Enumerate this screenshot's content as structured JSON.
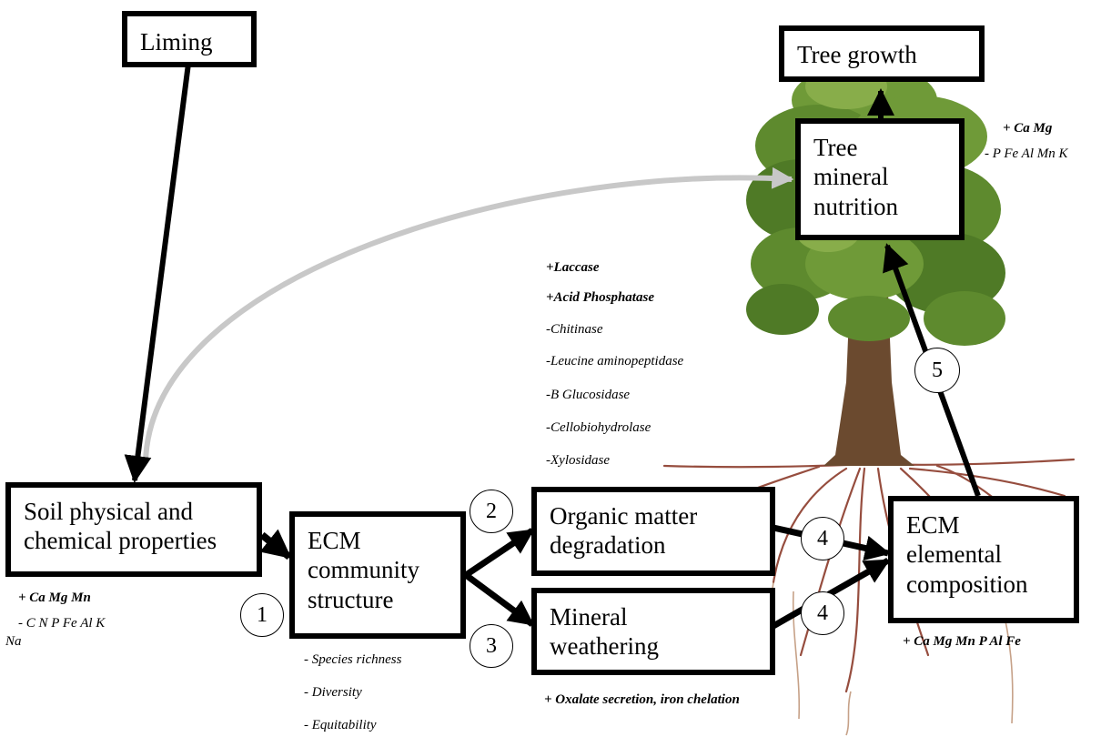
{
  "colors": {
    "arrow": "#000000",
    "feedback_arrow": "#c8c8c8",
    "foliage": "#5e8a2e",
    "trunk": "#6b4a2f",
    "roots": "#8b3a2a"
  },
  "icons": [
    "tree-illustration"
  ],
  "boxes": {
    "liming": "Liming",
    "tree_growth": "Tree growth",
    "tree_mineral_nutrition": [
      "Tree",
      "mineral",
      "nutrition"
    ],
    "soil_properties": [
      "Soil physical and",
      "chemical properties"
    ],
    "ecm_community": [
      "ECM",
      "community",
      "structure"
    ],
    "organic_matter": [
      "Organic matter",
      "degradation"
    ],
    "mineral_weathering": [
      "Mineral",
      "weathering"
    ],
    "ecm_elemental": [
      "ECM",
      "elemental",
      "composition"
    ]
  },
  "circles": {
    "c1": "1",
    "c2": "2",
    "c3": "3",
    "c4a": "4",
    "c4b": "4",
    "c5": "5"
  },
  "notes": {
    "tree_plus": "+ Ca Mg",
    "tree_minus": "- P Fe Al Mn K",
    "soil_plus": "+ Ca Mg Mn",
    "soil_minus_1": "- C N P Fe Al K",
    "soil_minus_2": "Na",
    "enzymes": [
      "+Laccase",
      "+Acid Phosphatase",
      "-Chitinase",
      "-Leucine aminopeptidase",
      "-B Glucosidase",
      "-Cellobiohydrolase",
      "-Xylosidase"
    ],
    "community": [
      "- Species richness",
      "- Diversity",
      "- Equitability"
    ],
    "weathering": "+ Oxalate secretion, iron chelation",
    "ecm_elemental": "+ Ca Mg Mn P Al Fe"
  }
}
